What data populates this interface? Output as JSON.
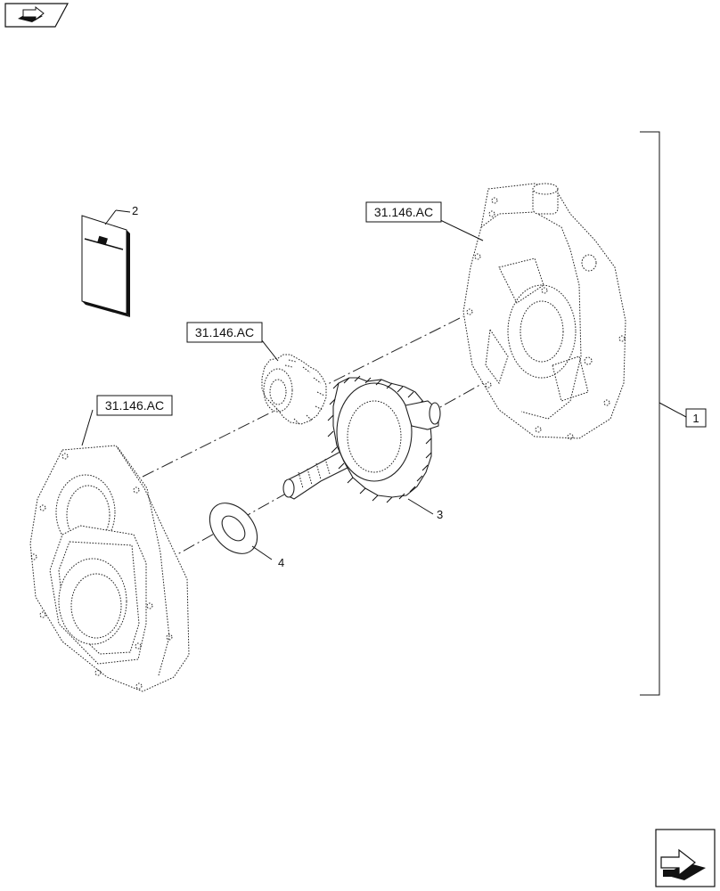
{
  "references": {
    "ref_upper_right": "31.146.AC",
    "ref_middle": "31.146.AC",
    "ref_left": "31.146.AC"
  },
  "callouts": {
    "item_1": "1",
    "item_2": "2",
    "item_3": "3",
    "item_4": "4"
  },
  "navigation": {
    "prev_icon": "book-arrow-icon",
    "next_icon": "page-arrow-icon"
  }
}
